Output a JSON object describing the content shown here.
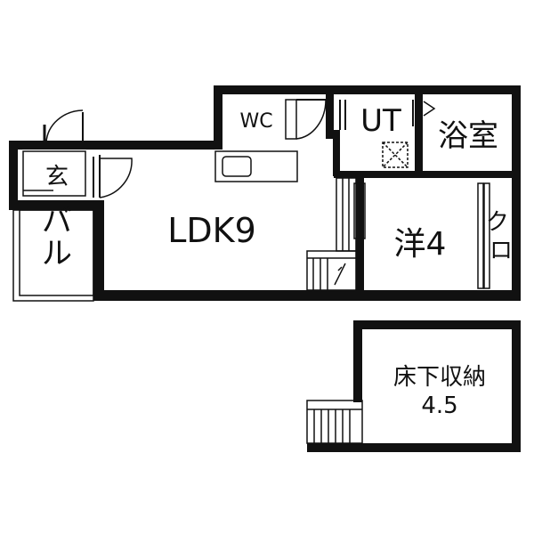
{
  "rooms": {
    "ldk": "LDK9",
    "wc": "WC",
    "ut": "UT",
    "bath": "浴室",
    "western": "洋4",
    "closet": "クロ",
    "entrance": "玄",
    "balcony": "バル",
    "underfloor_line1": "床下収納",
    "underfloor_line2": "4.5"
  }
}
